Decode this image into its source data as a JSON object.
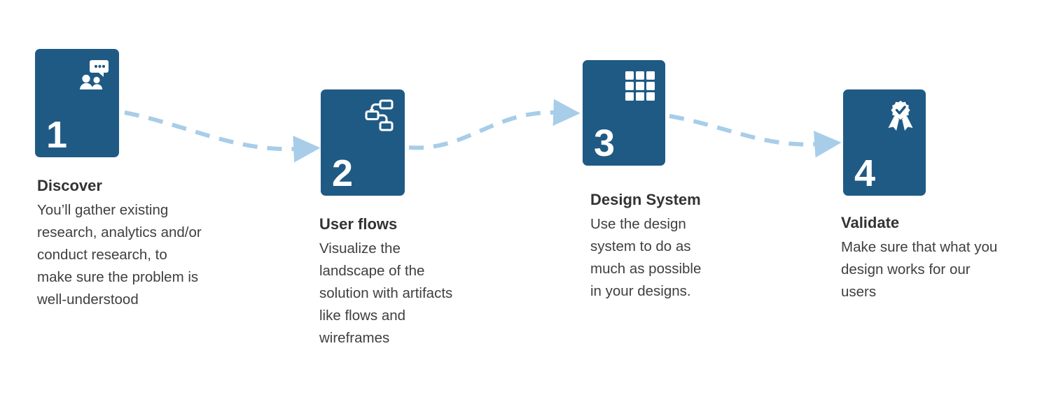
{
  "colors": {
    "card": "#1f5a85",
    "arrow": "#a7cde9",
    "text": "#3f3f3f"
  },
  "steps": [
    {
      "number": "1",
      "icon": "discussion-icon",
      "title": "Discover",
      "description": "You’ll gather existing research, analytics and/or conduct research, to make sure the problem is well-understood"
    },
    {
      "number": "2",
      "icon": "flowchart-icon",
      "title": "User flows",
      "description": "Visualize the landscape of the solution with artifacts like flows and wireframes"
    },
    {
      "number": "3",
      "icon": "grid-icon",
      "title": "Design System",
      "description": "Use the design system to do as much as possible in your designs."
    },
    {
      "number": "4",
      "icon": "award-icon",
      "title": "Validate",
      "description": "Make sure that what you design works for our users"
    }
  ]
}
